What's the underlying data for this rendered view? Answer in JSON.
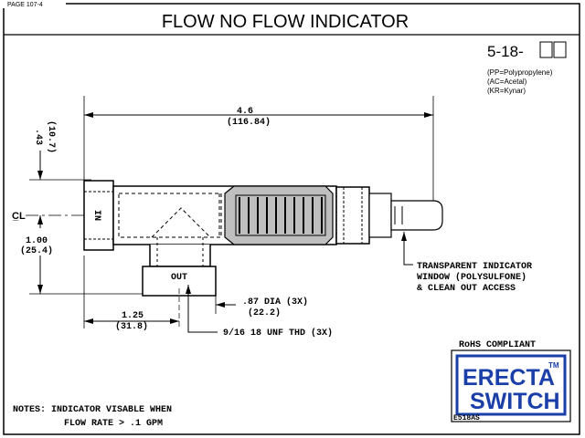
{
  "page_label": "PAGE 107-4",
  "title": "FLOW NO FLOW INDICATOR",
  "part_number": {
    "prefix": "5-18-"
  },
  "material_codes": [
    "(PP=Polypropylene)",
    "(AC=Acetal)",
    "(KR=Kynar)"
  ],
  "dimensions": {
    "overall_length": {
      "in": "4.6",
      "mm": "(116.84)"
    },
    "top_height": {
      "in": ".43",
      "mm": "(10.7)"
    },
    "center_to_outlet": {
      "in": "1.00",
      "mm": "(25.4)"
    },
    "inlet_to_outlet": {
      "in": "1.25",
      "mm": "(31.8)"
    },
    "port_dia": {
      "in": ".87 DIA (3X)",
      "mm": "(22.2)"
    },
    "thread": "9/16 18 UNF THD (3X)"
  },
  "labels": {
    "inlet": "IN",
    "outlet": "OUT",
    "centerline": "C̲L",
    "window_callout": [
      "TRANSPARENT INDICATOR",
      "WINDOW (POLYSULFONE)",
      "& CLEAN OUT ACCESS"
    ]
  },
  "notes": [
    "NOTES: INDICATOR VISABLE WHEN",
    "FLOW RATE > .1 GPM"
  ],
  "rohs": "RoHS COMPLIANT",
  "logo": {
    "line1": "ERECTA",
    "line2": "SWITCH",
    "tm": "TM",
    "part": "E518AS",
    "color": "#1a3fa8"
  }
}
